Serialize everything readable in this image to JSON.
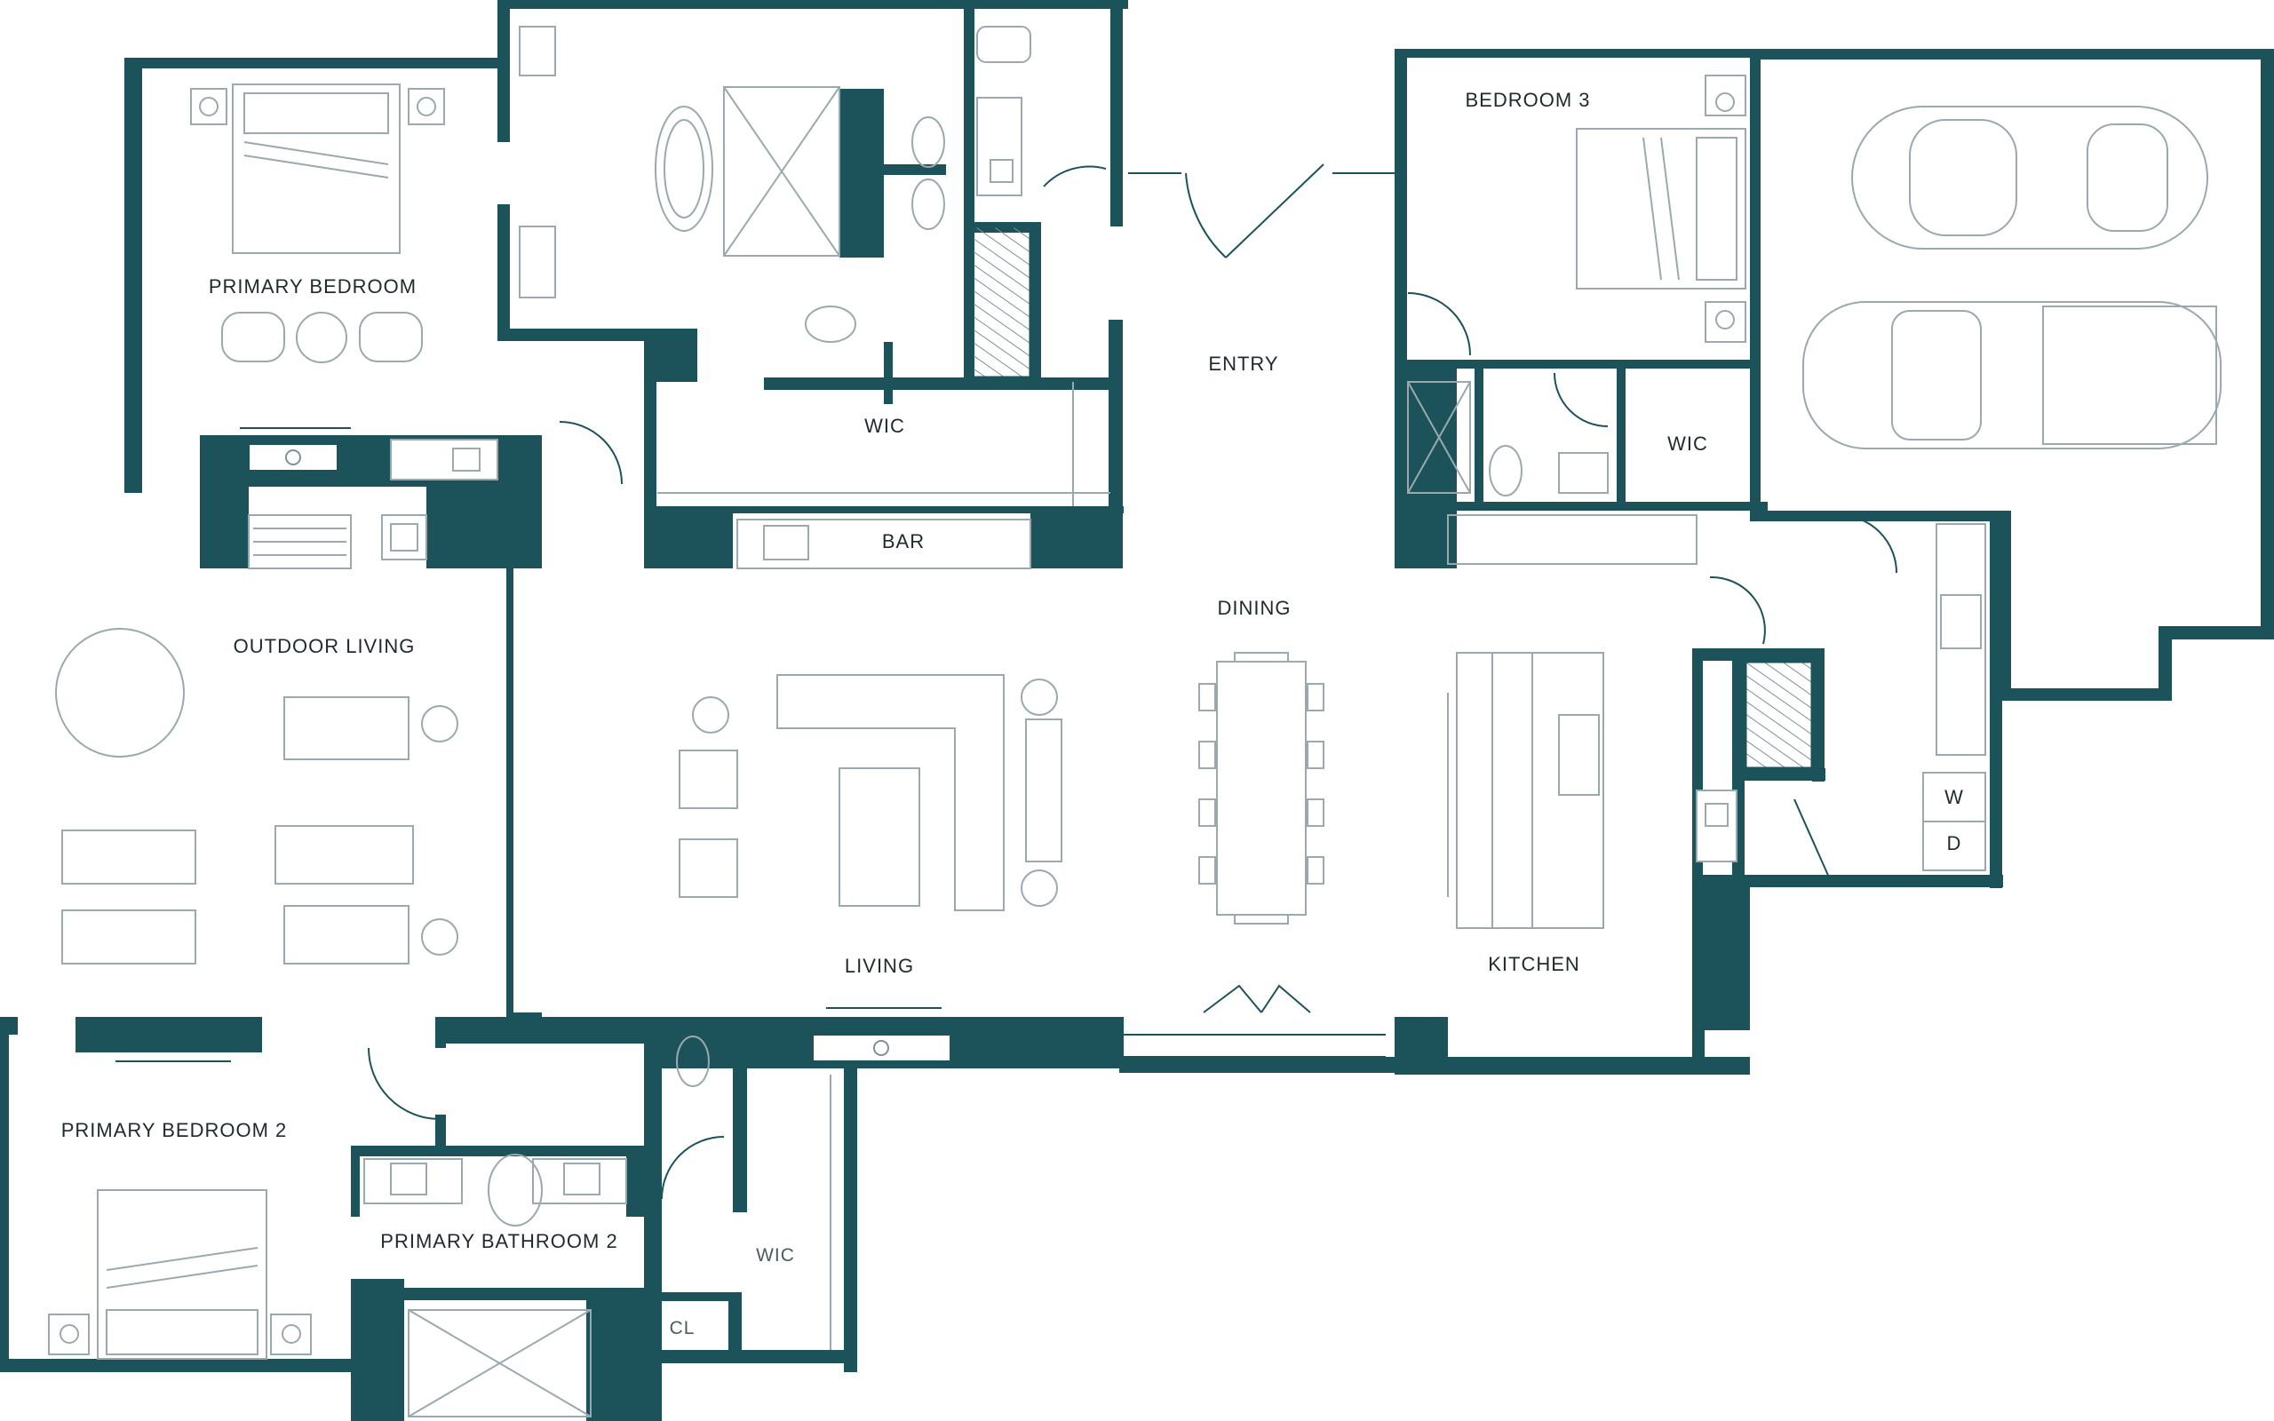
{
  "rooms": {
    "primary_bedroom": "PRIMARY BEDROOM",
    "wic_top": "WIC",
    "bar": "BAR",
    "entry": "ENTRY",
    "bedroom_3": "BEDROOM 3",
    "wic_bedroom3": "WIC",
    "dining": "DINING",
    "outdoor_living": "OUTDOOR LIVING",
    "living": "LIVING",
    "kitchen": "KITCHEN",
    "washer": "W",
    "dryer": "D",
    "primary_bedroom_2": "PRIMARY BEDROOM 2",
    "primary_bathroom_2": "PRIMARY BATHROOM 2",
    "wic_bottom": "WIC",
    "closet": "CL"
  },
  "colors": {
    "wall": "#1c535b",
    "furniture_line": "#9aa9ad",
    "label_text": "#1f2a2c"
  }
}
